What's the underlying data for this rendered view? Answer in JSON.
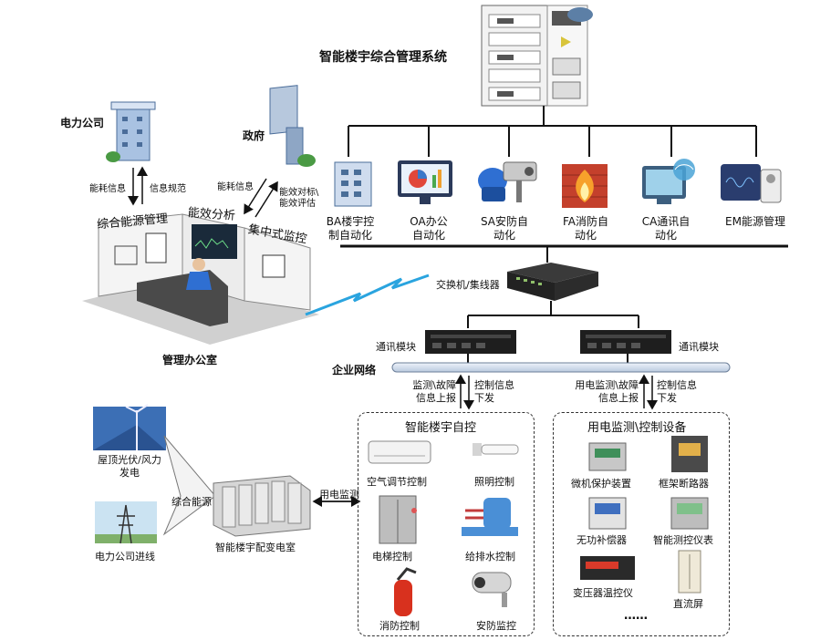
{
  "system": {
    "title": "智能楼宇综合管理系统",
    "subsystems": [
      {
        "label": "BA楼宇控制自动化",
        "icon": "building-automation-icon"
      },
      {
        "label": "OA办公自动化",
        "icon": "office-automation-icon"
      },
      {
        "label": "SA安防自动化",
        "icon": "security-camera-icon"
      },
      {
        "label": "FA消防自动化",
        "icon": "fire-protection-icon"
      },
      {
        "label": "CA通讯自动化",
        "icon": "communication-icon"
      },
      {
        "label": "EM能源管理",
        "icon": "energy-management-icon"
      }
    ]
  },
  "network": {
    "switch_label": "交换机/集线器",
    "comm_module_left": "通讯模块",
    "comm_module_right": "通讯模块",
    "enterprise_network": "企业网络",
    "link_left_up": "监测\\故障\n信息上报",
    "link_left_down": "控制信息\n下发",
    "link_right_up": "用电监测\\故障\n信息上报",
    "link_right_down": "控制信息\n下发"
  },
  "office": {
    "power_company": "电力公司",
    "government": "政府",
    "pc_up": "能耗信息",
    "pc_down": "信息规范",
    "gov_up": "能耗信息",
    "gov_down": "能效对标\\\n能效评估",
    "panel_energy": "综合能源管理",
    "panel_efficiency": "能效分析",
    "panel_monitor": "集中式监控",
    "room_label": "管理办公室"
  },
  "supply": {
    "pv_wind": "屋顶光伏/风力\n发电",
    "grid_in": "电力公司进线",
    "integrated": "综合能源",
    "substation": "智能楼宇配变电室",
    "power_monitor": "用电监测"
  },
  "building_control": {
    "title": "智能楼宇自控",
    "items": [
      {
        "label": "空气调节控制",
        "icon": "air-conditioner-icon"
      },
      {
        "label": "照明控制",
        "icon": "light-bulb-icon"
      },
      {
        "label": "电梯控制",
        "icon": "elevator-icon"
      },
      {
        "label": "给排水控制",
        "icon": "water-pump-icon"
      },
      {
        "label": "消防控制",
        "icon": "fire-extinguisher-icon"
      },
      {
        "label": "安防监控",
        "icon": "cctv-camera-icon"
      }
    ]
  },
  "power_devices": {
    "title": "用电监测\\控制设备",
    "items": [
      {
        "label": "微机保护装置",
        "icon": "protection-relay-icon"
      },
      {
        "label": "框架断路器",
        "icon": "circuit-breaker-icon"
      },
      {
        "label": "无功补偿器",
        "icon": "reactive-compensator-icon"
      },
      {
        "label": "智能测控仪表",
        "icon": "smart-meter-icon"
      },
      {
        "label": "变压器温控仪",
        "icon": "temperature-controller-icon"
      },
      {
        "label": "直流屏",
        "icon": "dc-panel-icon"
      }
    ],
    "more": "……"
  },
  "colors": {
    "bus": "#1a1a1a",
    "enterprise_bar": "#d9e4f3",
    "lightning": "#2aa4df",
    "fire": "#e0401f"
  }
}
